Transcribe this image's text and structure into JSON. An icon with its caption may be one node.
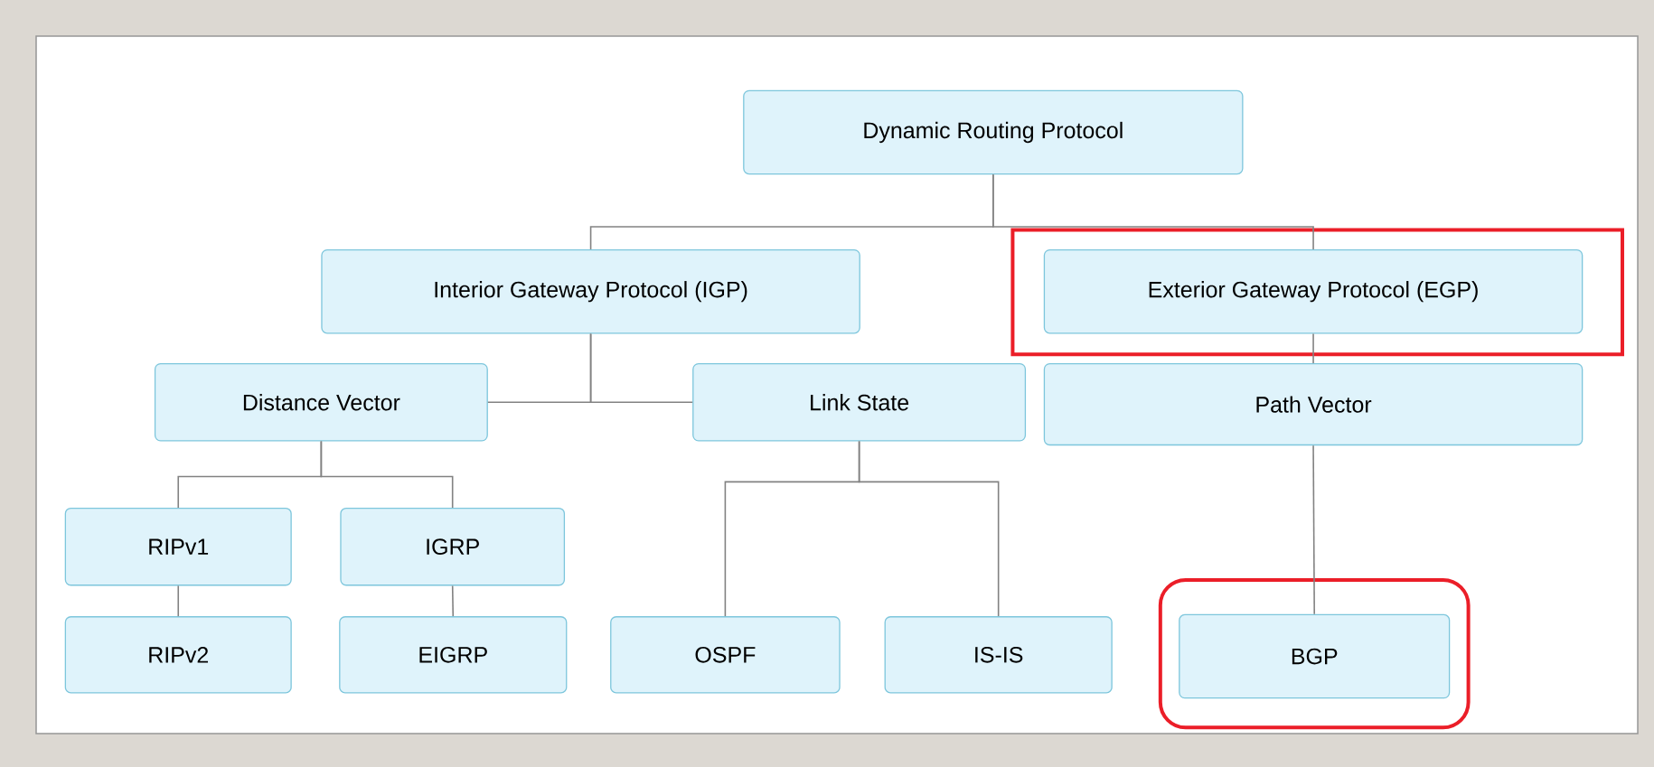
{
  "diagram": {
    "nodes": [
      {
        "text": [
          "Dynamic Routing Protocol"
        ]
      },
      {
        "text": [
          "Interior Gateway Protocol (IGP)"
        ]
      },
      {
        "text": [
          "Exterior Gateway Protocol (EGP)"
        ]
      },
      {
        "text": [
          "Distance Vector"
        ]
      },
      {
        "text": [
          "Link State"
        ]
      },
      {
        "text": [
          "Path Vector"
        ]
      },
      {
        "text": [
          "RIPv1"
        ]
      },
      {
        "text": [
          "IGRP"
        ]
      },
      {
        "text": [
          "RIPv2"
        ]
      },
      {
        "text": [
          "EIGRP"
        ]
      },
      {
        "text": [
          "OSPF"
        ]
      },
      {
        "text": [
          "IS-IS"
        ]
      },
      {
        "text": [
          "BGP"
        ]
      }
    ],
    "edges": [
      {
        "from": 0,
        "to": 1,
        "arrow": "none"
      },
      {
        "from": 0,
        "to": 2,
        "arrow": "none"
      },
      {
        "from": 1,
        "to": 3,
        "arrow": "none"
      },
      {
        "from": 1,
        "to": 4,
        "arrow": "none"
      },
      {
        "from": 2,
        "to": 5,
        "arrow": "none"
      },
      {
        "from": 3,
        "to": 6,
        "arrow": "none"
      },
      {
        "from": 3,
        "to": 7,
        "arrow": "none"
      },
      {
        "from": 6,
        "to": 8,
        "arrow": "none"
      },
      {
        "from": 7,
        "to": 9,
        "arrow": "none"
      },
      {
        "from": 4,
        "to": 10,
        "arrow": "none"
      },
      {
        "from": 4,
        "to": 11,
        "arrow": "none"
      },
      {
        "from": 5,
        "to": 12,
        "arrow": "none"
      }
    ]
  }
}
